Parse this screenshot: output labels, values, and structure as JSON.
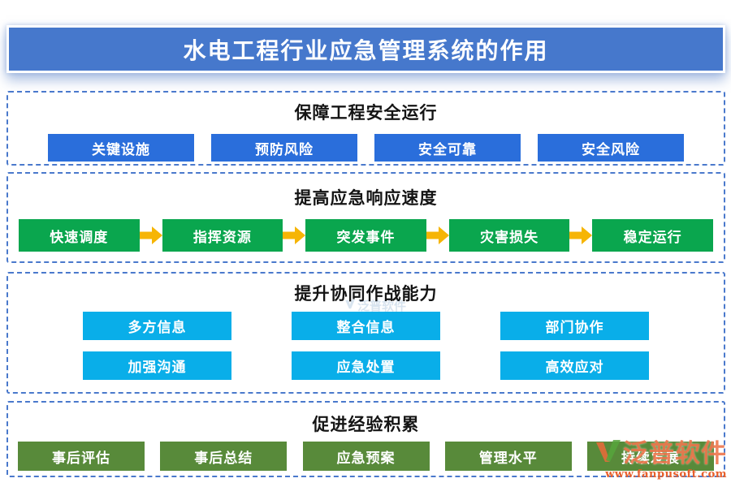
{
  "banner": {
    "title": "水电工程行业应急管理系统的作用"
  },
  "sections": [
    {
      "title": "保障工程安全运行",
      "button_color": "#2a6edb",
      "buttons": [
        "关键设施",
        "预防风险",
        "安全可靠",
        "安全风险"
      ]
    },
    {
      "title": "提高应急响应速度",
      "button_color": "#0aa64e",
      "arrow_color": "#f6b505",
      "flow": true,
      "buttons": [
        "快速调度",
        "指挥资源",
        "突发事件",
        "灾害损失",
        "稳定运行"
      ]
    },
    {
      "title": "提升协同作战能力",
      "button_color": "#09aee9",
      "buttons": [
        "多方信息",
        "整合信息",
        "部门协作",
        "加强沟通",
        "应急处置",
        "高效应对"
      ]
    },
    {
      "title": "促进经验积累",
      "button_color": "#588a3a",
      "buttons": [
        "事后评估",
        "事后总结",
        "应急预案",
        "管理水平",
        "持续发展"
      ]
    }
  ],
  "watermark": {
    "brand": "泛普软件",
    "url": "www.fanpusoft.com"
  },
  "icons": {
    "flow_arrow": "block-arrow-right-icon",
    "brand_logo": "fanpu-logo-icon"
  },
  "colors": {
    "banner": "#4678cc",
    "dash": "#4a79cc",
    "blue": "#2a6edb",
    "green": "#0aa64e",
    "arrow": "#f6b505",
    "cyan": "#09aee9",
    "olive": "#588a3a",
    "watermark": "#e8602c"
  }
}
